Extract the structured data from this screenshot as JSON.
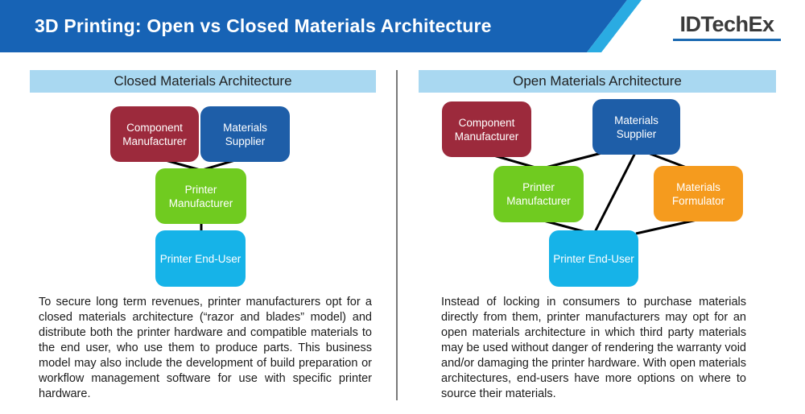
{
  "header": {
    "title": "3D Printing: Open vs Closed Materials Architecture",
    "logo_text": "IDTechEx",
    "colors": {
      "bar": "#1763b5",
      "diagonal_stripe": "#2aabe2",
      "logo_underline": "#1b6ab2"
    }
  },
  "panels": [
    {
      "title": "Closed Materials Architecture",
      "nodes": [
        {
          "id": "component-manufacturer",
          "label": "Component Manufacturer",
          "color": "#9c2a3c"
        },
        {
          "id": "materials-supplier",
          "label": "Materials Supplier",
          "color": "#1e5ea8"
        },
        {
          "id": "printer-manufacturer",
          "label": "Printer Manufacturer",
          "color": "#70cb20"
        },
        {
          "id": "printer-end-user",
          "label": "Printer End-User",
          "color": "#16b3e8"
        }
      ],
      "edges": [
        "component-manufacturer->printer-manufacturer",
        "materials-supplier->printer-manufacturer",
        "printer-manufacturer->printer-end-user"
      ],
      "paragraph": "To secure long term revenues, printer manufacturers opt for a closed materials architecture (“razor and blades” model) and distribute both the printer hardware and compatible materials to the end user, who use them to produce parts. This business model may also include the development of build preparation or workflow management software for use with specific printer hardware."
    },
    {
      "title": "Open Materials Architecture",
      "nodes": [
        {
          "id": "component-manufacturer",
          "label": "Component Manufacturer",
          "color": "#9c2a3c"
        },
        {
          "id": "materials-supplier",
          "label": "Materials Supplier",
          "color": "#1e5ea8"
        },
        {
          "id": "printer-manufacturer",
          "label": "Printer Manufacturer",
          "color": "#70cb20"
        },
        {
          "id": "materials-formulator",
          "label": "Materials Formulator",
          "color": "#f59b1e"
        },
        {
          "id": "printer-end-user",
          "label": "Printer End-User",
          "color": "#16b3e8"
        }
      ],
      "edges": [
        "component-manufacturer->printer-manufacturer",
        "materials-supplier->printer-manufacturer",
        "materials-supplier->materials-formulator",
        "materials-supplier->printer-end-user",
        "printer-manufacturer->printer-end-user",
        "materials-formulator->printer-end-user"
      ],
      "paragraph": "Instead of locking in consumers to purchase materials directly from them, printer manufacturers may opt for an open materials architecture in which third party materials may be used without danger of rendering the warranty void and/or damaging the printer hardware. With open materials architectures, end-users have more options on where to source their materials."
    }
  ]
}
